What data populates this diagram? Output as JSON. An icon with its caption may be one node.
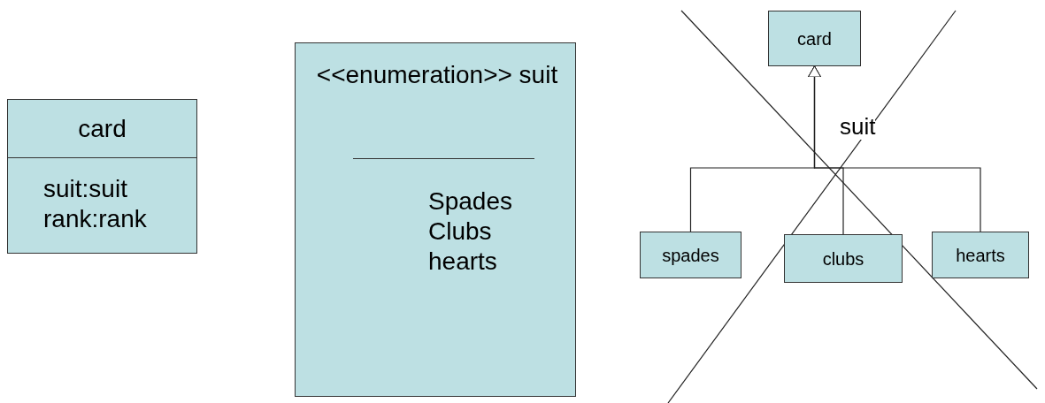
{
  "diagram": {
    "nodes": [
      {
        "text": [
          "card",
          "suit:suit rank:rank"
        ]
      },
      {
        "text": [
          "<<enumeration>> suit",
          "Spades Clubs hearts"
        ]
      },
      {
        "text": [
          "card"
        ]
      },
      {
        "text": [
          "spades"
        ]
      },
      {
        "text": [
          "clubs"
        ]
      },
      {
        "text": [
          "hearts"
        ]
      }
    ],
    "edges": [
      {
        "from": 3,
        "to": 2,
        "arrow": "to"
      },
      {
        "from": 4,
        "to": 2,
        "arrow": "to",
        "label": "suit"
      },
      {
        "from": 5,
        "to": 2,
        "arrow": "to"
      }
    ]
  }
}
